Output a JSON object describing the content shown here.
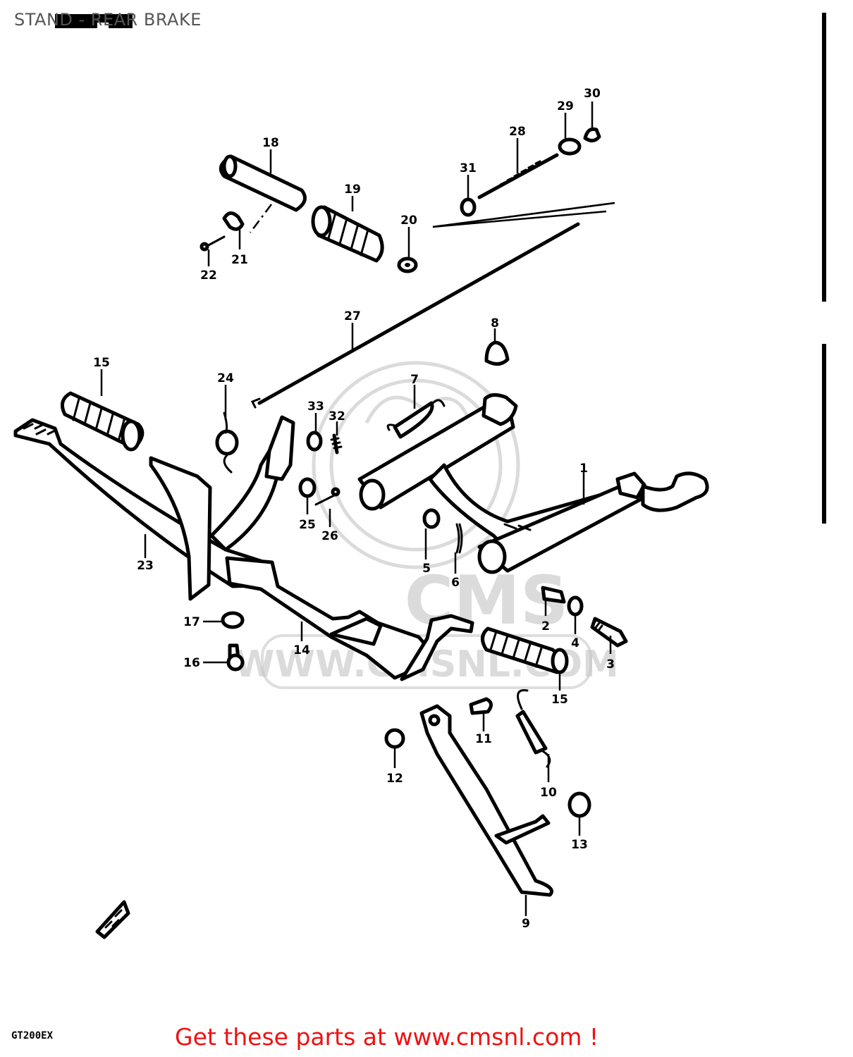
{
  "title": "STAND - REAR BRAKE",
  "footer_text": "Get these parts at www.cmsnl.com !",
  "model_code": "GT200EX",
  "watermark": {
    "logo": "CMS",
    "url": "WWW.CMSNL.COM"
  },
  "callouts": [
    "1",
    "2",
    "3",
    "4",
    "5",
    "6",
    "7",
    "8",
    "9",
    "10",
    "11",
    "12",
    "13",
    "14",
    "15",
    "15",
    "16",
    "17",
    "18",
    "19",
    "20",
    "21",
    "22",
    "23",
    "24",
    "25",
    "26",
    "27",
    "28",
    "29",
    "30",
    "31",
    "32",
    "33"
  ],
  "colors": {
    "footer": "#ee1111",
    "title": "#555555",
    "ink": "#000000",
    "watermark": "#bdbdbd"
  }
}
